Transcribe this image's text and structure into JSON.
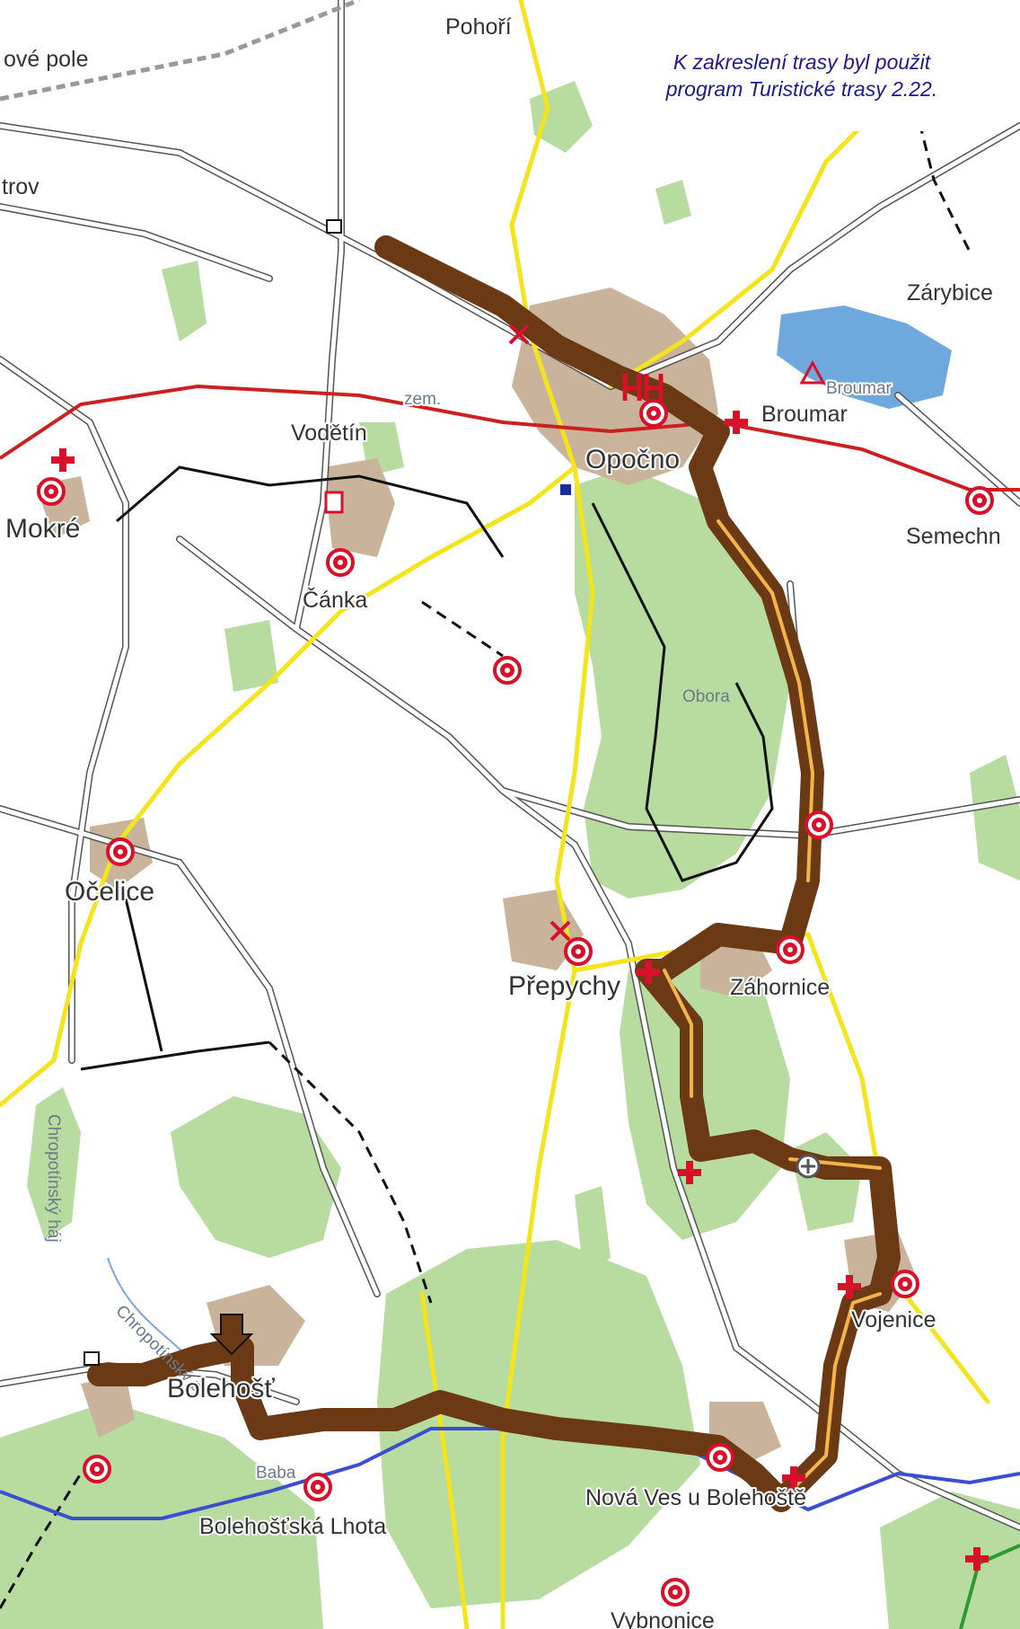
{
  "note": {
    "line1": "K zakreslení trasy byl použit",
    "line2": "program Turistické trasy 2.22."
  },
  "places": {
    "pohori": "Pohoří",
    "pole": "ové pole",
    "trov": "trov",
    "zarybice": "Zárybice",
    "broumar_pond": "Broumar",
    "broumar": "Broumar",
    "vodetin": "Vodětín",
    "zem": "zem.",
    "opocno": "Opočno",
    "mokre": "Mokré",
    "semechnice": "Semechn",
    "canka": "Čánka",
    "obora": "Obora",
    "ocelice": "Očelice",
    "prepychy": "Přepychy",
    "zahornice": "Záhornice",
    "chropotinsky_haj": "Chropotínský háj",
    "chropotinsky_potok": "Chropotínský p.",
    "vojenice": "Vojenice",
    "bolehost": "Bolehošť",
    "baba": "Baba",
    "nova_ves": "Nová Ves u Bolehoště",
    "bolehostska_lhota": "Bolehošťská Lhota",
    "vybnonice": "Vybnonice"
  },
  "icons": [
    "tour-point-icon",
    "cross-icon",
    "start-arrow-icon",
    "castle-icon",
    "bus-stop-icon",
    "battlefield-icon",
    "camp-icon"
  ],
  "colors": {
    "background": "#ffffff",
    "forest": "#b8dca0",
    "village": "#c9b49b",
    "water": "#6fa8dc",
    "route": "#6b3a14",
    "route_center": "#f3b54a",
    "yellow_road": "#f4e41c",
    "red_trail": "#cc1f1f",
    "blue_trail": "#3a4fcf",
    "poi_red": "#d8102a"
  }
}
